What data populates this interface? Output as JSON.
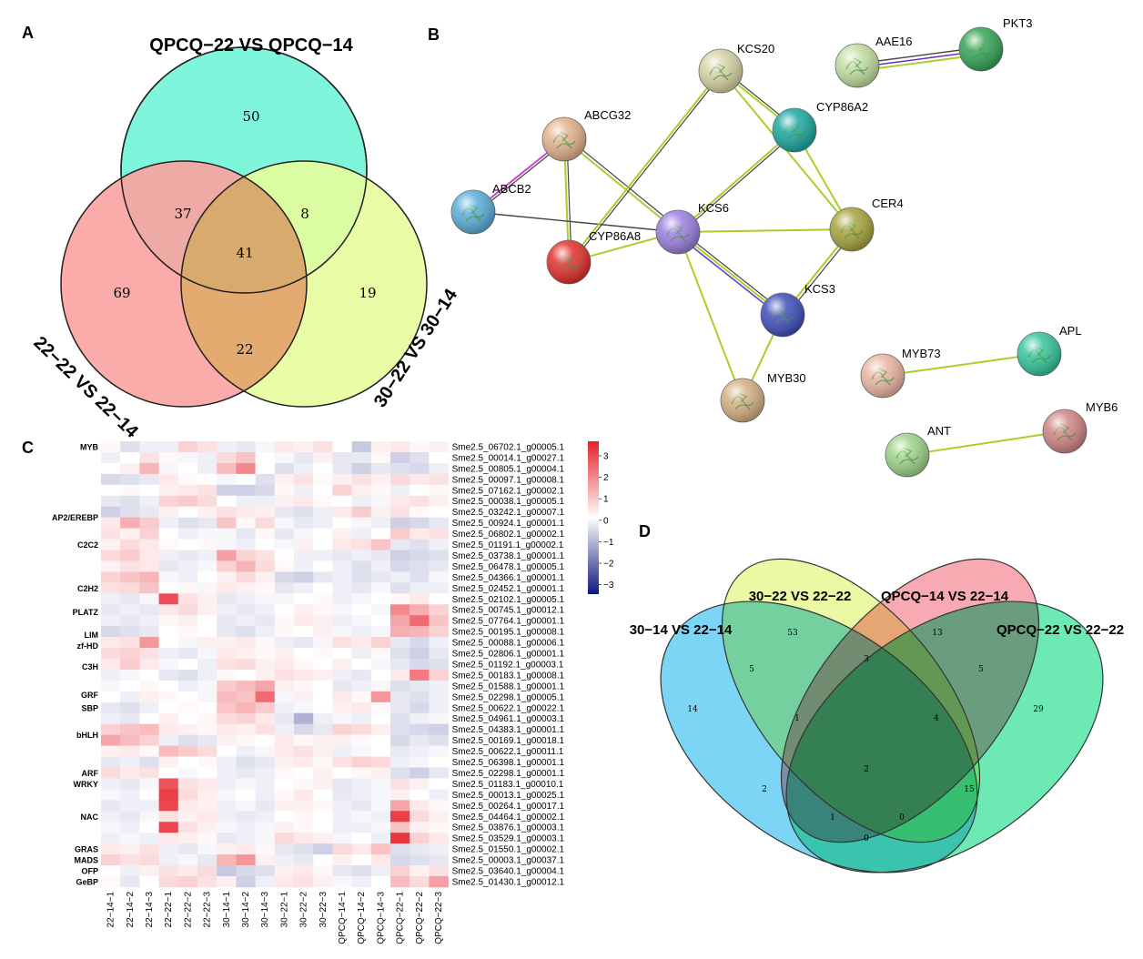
{
  "panels": {
    "a": "A",
    "b": "B",
    "c": "C",
    "d": "D"
  },
  "venn_a": {
    "sets": [
      "QPCQ−22 VS QPCQ−14",
      "22−22 VS 22−14",
      "30−22 VS 30−14"
    ],
    "regions": {
      "top_only": "50",
      "left_only": "69",
      "right_only": "19",
      "top_left": "37",
      "top_right": "8",
      "left_right": "22",
      "all": "41"
    },
    "colors": {
      "top": "#7ff5dc",
      "left": "#fba3a0",
      "right": "#e6fd9c"
    }
  },
  "network": {
    "nodes": [
      {
        "name": "ABCG32",
        "color": "#e3b28c"
      },
      {
        "name": "KCS20",
        "color": "#d6d3a3"
      },
      {
        "name": "AAE16",
        "color": "#c3dfa2"
      },
      {
        "name": "PKT3",
        "color": "#36a557"
      },
      {
        "name": "CYP86A2",
        "color": "#1ba8a0"
      },
      {
        "name": "ABCB2",
        "color": "#5aaed9"
      },
      {
        "name": "KCS6",
        "color": "#9c7fe0"
      },
      {
        "name": "CER4",
        "color": "#a7a43e"
      },
      {
        "name": "CYP86A8",
        "color": "#e2302c"
      },
      {
        "name": "KCS3",
        "color": "#3f4fba"
      },
      {
        "name": "MYB30",
        "color": "#d3b184"
      },
      {
        "name": "MYB73",
        "color": "#eab6a3"
      },
      {
        "name": "APL",
        "color": "#35c49c"
      },
      {
        "name": "MYB6",
        "color": "#d08685"
      },
      {
        "name": "ANT",
        "color": "#9fd48a"
      }
    ]
  },
  "heatmap": {
    "rows": [
      "Sme2.5_06702.1_g00005.1",
      "Sme2.5_00014.1_g00027.1",
      "Sme2.5_00805.1_g00004.1",
      "Sme2.5_00097.1_g00008.1",
      "Sme2.5_07162.1_g00002.1",
      "Sme2.5_00038.1_g00005.1",
      "Sme2.5_03242.1_g00007.1",
      "Sme2.5_00924.1_g00001.1",
      "Sme2.5_06802.1_g00002.1",
      "Sme2.5_01191.1_g00002.1",
      "Sme2.5_03738.1_g00001.1",
      "Sme2.5_06478.1_g00005.1",
      "Sme2.5_04366.1_g00001.1",
      "Sme2.5_02452.1_g00001.1",
      "Sme2.5_02102.1_g00005.1",
      "Sme2.5_00745.1_g00012.1",
      "Sme2.5_07764.1_g00001.1",
      "Sme2.5_00195.1_g00008.1",
      "Sme2.5_00088.1_g00006.1",
      "Sme2.5_02806.1_g00001.1",
      "Sme2.5_01192.1_g00003.1",
      "Sme2.5_00183.1_g00008.1",
      "Sme2.5_01588.1_g00001.1",
      "Sme2.5_02298.1_g00005.1",
      "Sme2.5_00622.1_g00022.1",
      "Sme2.5_04961.1_g00003.1",
      "Sme2.5_04383.1_g00001.1",
      "Sme2.5_00169.1_g00018.1",
      "Sme2.5_00622.1_g00011.1",
      "Sme2.5_06398.1_g00001.1",
      "Sme2.5_02298.1_g00001.1",
      "Sme2.5_01183.1_g00010.1",
      "Sme2.5_00013.1_g00025.1",
      "Sme2.5_00264.1_g00017.1",
      "Sme2.5_04464.1_g00002.1",
      "Sme2.5_03876.1_g00003.1",
      "Sme2.5_03529.1_g00003.1",
      "Sme2.5_01550.1_g00002.1",
      "Sme2.5_00003.1_g00037.1",
      "Sme2.5_03640.1_g00004.1",
      "Sme2.5_01430.1_g00012.1"
    ],
    "columns": [
      "22−14−1",
      "22−14−2",
      "22−14−3",
      "22−22−1",
      "22−22−2",
      "22−22−3",
      "30−14−1",
      "30−14−2",
      "30−14−3",
      "30−22−1",
      "30−22−2",
      "30−22−3",
      "QPCQ−14−1",
      "QPCQ−14−2",
      "QPCQ−14−3",
      "QPCQ−22−1",
      "QPCQ−22−2",
      "QPCQ−22−3"
    ],
    "groups": [
      {
        "label": "MYB",
        "row": 0
      },
      {
        "label": "AP2/EREBP",
        "row": 6.5
      },
      {
        "label": "C2C2",
        "row": 9
      },
      {
        "label": "C2H2",
        "row": 13
      },
      {
        "label": "PLATZ",
        "row": 15.2
      },
      {
        "label": "LIM",
        "row": 17.3
      },
      {
        "label": "zf-HD",
        "row": 18.3
      },
      {
        "label": "C3H",
        "row": 20.2
      },
      {
        "label": "GRF",
        "row": 22.8
      },
      {
        "label": "SBP",
        "row": 24
      },
      {
        "label": "bHLH",
        "row": 26.5
      },
      {
        "label": "ARF",
        "row": 30
      },
      {
        "label": "WRKY",
        "row": 31
      },
      {
        "label": "NAC",
        "row": 34
      },
      {
        "label": "GRAS",
        "row": 37
      },
      {
        "label": "MADS",
        "row": 38
      },
      {
        "label": "OFP",
        "row": 39
      },
      {
        "label": "GeBP",
        "row": 40
      }
    ],
    "colorbar_ticks": [
      "3",
      "2",
      "1",
      "0",
      "−1",
      "−2",
      "−3"
    ],
    "values": [
      [
        0.1,
        -0.4,
        -0.2,
        -0.2,
        0.6,
        0.4,
        -0.2,
        -0.3,
        -0.1,
        0.3,
        0.2,
        0.4,
        0.0,
        -0.7,
        0.2,
        0.3,
        0.1,
        0.2
      ],
      [
        -0.2,
        0.0,
        0.4,
        0.1,
        -0.1,
        -0.2,
        0.5,
        0.8,
        0.0,
        -0.1,
        -0.3,
        0.2,
        -0.3,
        -0.3,
        0.1,
        -0.6,
        -0.4,
        0.0
      ],
      [
        0.0,
        0.2,
        1.0,
        -0.1,
        0.0,
        -0.2,
        0.9,
        1.6,
        0.0,
        -0.4,
        -0.2,
        0.0,
        -0.3,
        -0.6,
        -0.3,
        -0.4,
        -0.5,
        -0.2
      ],
      [
        -0.5,
        -0.4,
        -0.3,
        0.3,
        0.1,
        0.0,
        -0.1,
        0.0,
        -0.4,
        0.2,
        0.4,
        0.1,
        0.2,
        0.4,
        0.2,
        0.5,
        0.3,
        0.4
      ],
      [
        0.0,
        0.1,
        0.0,
        0.2,
        0.3,
        0.4,
        -0.6,
        -0.6,
        -0.5,
        0.1,
        -0.2,
        0.0,
        0.6,
        0.2,
        0.1,
        -0.2,
        0.0,
        0.1
      ],
      [
        -0.3,
        -0.4,
        -0.2,
        0.6,
        0.7,
        0.5,
        0.0,
        -0.2,
        -0.2,
        0.2,
        0.3,
        0.1,
        0.0,
        -0.2,
        -0.1,
        0.3,
        0.4,
        0.2
      ],
      [
        -0.6,
        -0.4,
        -0.3,
        0.2,
        0.0,
        0.2,
        0.4,
        0.3,
        0.2,
        -0.3,
        -0.4,
        -0.2,
        0.3,
        0.7,
        0.2,
        0.4,
        0.1,
        0.0
      ],
      [
        0.3,
        1.1,
        0.7,
        -0.2,
        -0.4,
        -0.3,
        0.8,
        0.1,
        0.5,
        -0.1,
        -0.3,
        -0.2,
        0.0,
        -0.1,
        -0.2,
        -0.6,
        -0.5,
        -0.3
      ],
      [
        0.4,
        0.2,
        0.6,
        0.0,
        -0.2,
        -0.1,
        -0.1,
        -0.3,
        0.1,
        -0.3,
        -0.1,
        0.0,
        0.2,
        -0.2,
        0.0,
        0.7,
        0.3,
        0.4
      ],
      [
        0.2,
        0.5,
        0.3,
        0.1,
        0.0,
        0.1,
        -0.1,
        -0.2,
        0.0,
        -0.1,
        0.2,
        0.0,
        0.3,
        0.4,
        0.8,
        -0.3,
        -0.4,
        -0.2
      ],
      [
        0.5,
        0.7,
        0.3,
        -0.2,
        -0.3,
        -0.2,
        1.3,
        0.6,
        0.4,
        0.0,
        -0.2,
        -0.2,
        -0.3,
        -0.2,
        -0.3,
        -0.6,
        -0.5,
        -0.4
      ],
      [
        0.2,
        0.4,
        0.3,
        -0.3,
        -0.2,
        -0.1,
        0.6,
        1.0,
        0.5,
        0.1,
        -0.2,
        0.0,
        -0.2,
        -0.4,
        -0.2,
        -0.5,
        -0.4,
        -0.3
      ],
      [
        0.6,
        0.8,
        1.0,
        -0.1,
        -0.2,
        0.0,
        0.2,
        0.5,
        0.2,
        -0.5,
        -0.6,
        -0.3,
        -0.2,
        -0.4,
        -0.3,
        -0.2,
        -0.4,
        -0.1
      ],
      [
        0.4,
        0.5,
        0.8,
        0.0,
        0.1,
        -0.1,
        0.3,
        0.2,
        0.1,
        -0.3,
        -0.2,
        0.0,
        -0.2,
        -0.3,
        -0.1,
        -0.4,
        -0.2,
        -0.2
      ],
      [
        -0.2,
        -0.3,
        -0.1,
        2.4,
        0.4,
        0.2,
        -0.3,
        -0.2,
        -0.1,
        -0.1,
        0.0,
        0.1,
        -0.2,
        -0.1,
        0.0,
        0.1,
        0.3,
        0.0
      ],
      [
        -0.3,
        -0.2,
        -0.3,
        0.3,
        0.5,
        0.2,
        -0.2,
        -0.3,
        -0.2,
        0.0,
        0.2,
        0.1,
        -0.1,
        0.0,
        -0.1,
        1.6,
        1.1,
        0.6
      ],
      [
        -0.2,
        -0.3,
        -0.2,
        0.1,
        0.2,
        0.0,
        -0.3,
        -0.2,
        -0.3,
        0.1,
        0.3,
        0.2,
        -0.2,
        -0.1,
        0.0,
        1.2,
        2.0,
        0.8
      ],
      [
        -0.5,
        -0.4,
        -0.3,
        0.0,
        0.1,
        0.0,
        -0.3,
        -0.4,
        -0.2,
        0.1,
        0.0,
        0.2,
        -0.1,
        -0.2,
        -0.1,
        1.1,
        1.0,
        0.6
      ],
      [
        0.3,
        0.4,
        1.4,
        0.0,
        -0.1,
        0.2,
        0.2,
        0.3,
        0.1,
        -0.2,
        -0.3,
        -0.1,
        0.4,
        0.3,
        0.6,
        -0.3,
        -0.5,
        -0.2
      ],
      [
        0.5,
        0.6,
        0.4,
        -0.2,
        -0.3,
        -0.1,
        0.3,
        0.2,
        0.1,
        0.2,
        0.0,
        0.1,
        0.0,
        -0.2,
        0.1,
        -0.4,
        -0.6,
        -0.3
      ],
      [
        0.3,
        0.7,
        0.3,
        -0.1,
        0.0,
        -0.2,
        0.4,
        0.5,
        0.2,
        0.3,
        0.1,
        0.0,
        0.2,
        0.0,
        -0.1,
        -0.3,
        -0.5,
        -0.4
      ],
      [
        -0.2,
        -0.1,
        0.0,
        -0.3,
        -0.4,
        -0.2,
        0.1,
        0.0,
        0.2,
        0.4,
        0.3,
        0.2,
        -0.2,
        -0.3,
        0.0,
        0.3,
        1.8,
        0.6
      ],
      [
        -0.1,
        0.0,
        0.1,
        0.0,
        -0.2,
        -0.1,
        0.7,
        0.9,
        1.2,
        0.2,
        0.1,
        0.0,
        -0.3,
        -0.2,
        -0.1,
        -0.4,
        -0.3,
        -0.2
      ],
      [
        0.0,
        -0.2,
        0.2,
        0.1,
        0.0,
        -0.1,
        0.9,
        0.8,
        2.0,
        -0.1,
        0.2,
        0.0,
        0.3,
        0.1,
        1.4,
        -0.3,
        -0.4,
        -0.2
      ],
      [
        -0.3,
        -0.4,
        -0.2,
        0.0,
        0.1,
        0.0,
        0.8,
        1.0,
        0.7,
        -0.2,
        -0.1,
        0.0,
        0.2,
        0.3,
        0.1,
        -0.3,
        -0.5,
        -0.2
      ],
      [
        -0.2,
        -0.3,
        0.0,
        0.2,
        0.0,
        0.1,
        0.5,
        0.6,
        0.3,
        -0.3,
        -1.0,
        -0.2,
        -0.1,
        -0.2,
        0.0,
        -0.4,
        -0.2,
        -0.1
      ],
      [
        0.6,
        0.8,
        0.9,
        0.3,
        0.2,
        0.1,
        0.3,
        0.2,
        0.4,
        -0.2,
        -0.5,
        -0.3,
        0.6,
        0.5,
        0.2,
        -0.4,
        -0.5,
        -0.6
      ],
      [
        1.2,
        0.9,
        0.6,
        -0.2,
        -0.4,
        -0.3,
        0.2,
        0.1,
        0.0,
        0.3,
        0.1,
        0.2,
        0.2,
        0.1,
        0.0,
        -0.5,
        -0.3,
        -0.4
      ],
      [
        0.2,
        0.3,
        0.1,
        0.9,
        0.7,
        0.5,
        0.0,
        -0.2,
        -0.1,
        0.3,
        0.4,
        0.2,
        -0.2,
        -0.1,
        0.0,
        -0.3,
        -0.2,
        -0.1
      ],
      [
        -0.3,
        -0.2,
        -0.4,
        0.2,
        0.0,
        0.1,
        -0.2,
        -0.4,
        -0.3,
        0.2,
        0.3,
        0.1,
        0.4,
        0.6,
        0.5,
        -0.2,
        -0.1,
        0.0
      ],
      [
        0.5,
        0.3,
        0.4,
        0.0,
        -0.1,
        0.0,
        -0.2,
        -0.3,
        -0.2,
        0.1,
        0.0,
        0.2,
        0.0,
        0.1,
        0.2,
        -0.4,
        -0.6,
        -0.3
      ],
      [
        -0.2,
        -0.3,
        -0.1,
        2.3,
        0.4,
        0.3,
        -0.2,
        -0.1,
        -0.2,
        0.0,
        0.1,
        0.2,
        -0.3,
        -0.2,
        -0.1,
        0.4,
        0.2,
        0.0
      ],
      [
        -0.1,
        -0.2,
        0.0,
        2.6,
        0.5,
        0.2,
        -0.1,
        0.0,
        -0.2,
        0.1,
        0.3,
        0.0,
        -0.3,
        -0.2,
        -0.1,
        0.2,
        0.0,
        -0.2
      ],
      [
        -0.3,
        -0.2,
        -0.2,
        2.5,
        0.3,
        0.2,
        -0.2,
        -0.1,
        -0.3,
        0.2,
        0.2,
        0.1,
        -0.2,
        -0.3,
        -0.1,
        1.2,
        0.3,
        0.1
      ],
      [
        -0.2,
        -0.3,
        -0.1,
        0.4,
        0.2,
        0.3,
        -0.2,
        -0.3,
        -0.2,
        0.0,
        0.1,
        0.0,
        -0.2,
        -0.1,
        -0.2,
        2.6,
        0.5,
        0.2
      ],
      [
        -0.1,
        -0.2,
        0.0,
        2.5,
        0.4,
        0.2,
        -0.1,
        -0.2,
        -0.1,
        0.2,
        0.1,
        0.0,
        -0.2,
        -0.2,
        -0.1,
        0.8,
        0.2,
        0.1
      ],
      [
        -0.2,
        -0.1,
        -0.2,
        0.3,
        0.2,
        0.1,
        -0.3,
        -0.2,
        -0.1,
        0.5,
        0.3,
        0.2,
        -0.1,
        0.0,
        -0.2,
        2.7,
        0.6,
        0.3
      ],
      [
        0.3,
        0.2,
        0.4,
        -0.2,
        -0.3,
        -0.1,
        0.2,
        0.3,
        0.1,
        -0.3,
        -0.4,
        -0.6,
        0.5,
        0.3,
        0.8,
        -0.4,
        -0.3,
        -0.2
      ],
      [
        0.6,
        0.4,
        0.5,
        -0.2,
        -0.1,
        -0.3,
        1.0,
        1.4,
        0.2,
        -0.2,
        -0.3,
        0.0,
        0.2,
        0.0,
        0.3,
        -0.5,
        -0.4,
        -0.3
      ],
      [
        0.0,
        -0.2,
        0.2,
        0.4,
        0.3,
        0.5,
        -0.7,
        -0.5,
        -0.4,
        0.2,
        0.3,
        0.1,
        -0.3,
        -0.4,
        -0.2,
        0.6,
        0.2,
        0.4
      ],
      [
        0.1,
        -0.3,
        0.0,
        0.5,
        0.6,
        0.4,
        0.2,
        -0.6,
        -0.2,
        0.3,
        0.4,
        0.2,
        -0.1,
        -0.2,
        0.0,
        0.9,
        0.5,
        1.3
      ]
    ]
  },
  "venn_d": {
    "sets": [
      "30−14 VS 22−14",
      "30−22 VS 22−22",
      "QPCQ−14 VS 22−14",
      "QPCQ−22 VS 22−22"
    ],
    "regions": {
      "r1": "14",
      "r2": "53",
      "r3": "13",
      "r4": "29",
      "r12": "5",
      "r23": "3",
      "r34": "5",
      "r123": "1",
      "r234": "4",
      "r1234": "2",
      "r14": "0",
      "r13": "2",
      "r24": "15",
      "r134": "1",
      "r124": "0"
    },
    "colors": {
      "s1": "#76d3f5",
      "s2": "#ecf9a0",
      "s3": "#f7a6ae",
      "s4": "#66e8b0"
    }
  }
}
